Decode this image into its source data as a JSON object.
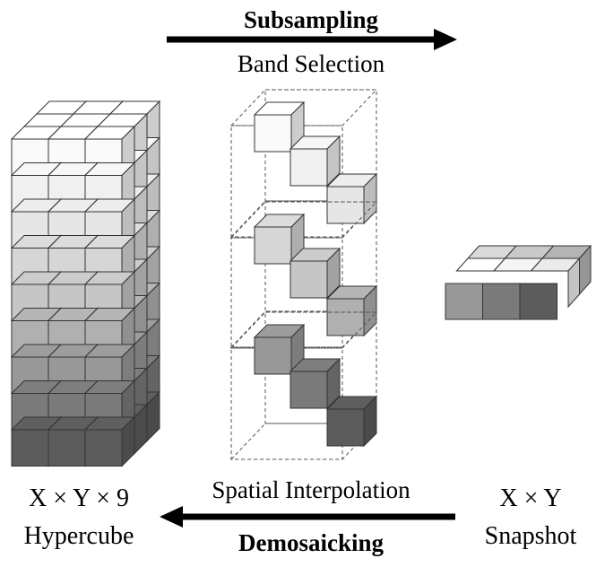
{
  "top": {
    "label_bold": "Subsampling",
    "label": "Band Selection"
  },
  "bottom": {
    "label": "Spatial Interpolation",
    "label_bold": "Demosaicking"
  },
  "left": {
    "dims": "X × Y × 9",
    "name": "Hypercube"
  },
  "right": {
    "dims": "X × Y",
    "name": "Snapshot"
  },
  "colors": {
    "arrow": "#000000",
    "edge": "#333333",
    "bands": [
      "#fafafa",
      "#f0f0f0",
      "#e6e6e6",
      "#d6d6d6",
      "#c6c6c6",
      "#b0b0b0",
      "#989898",
      "#7a7a7a",
      "#5c5c5c"
    ]
  }
}
